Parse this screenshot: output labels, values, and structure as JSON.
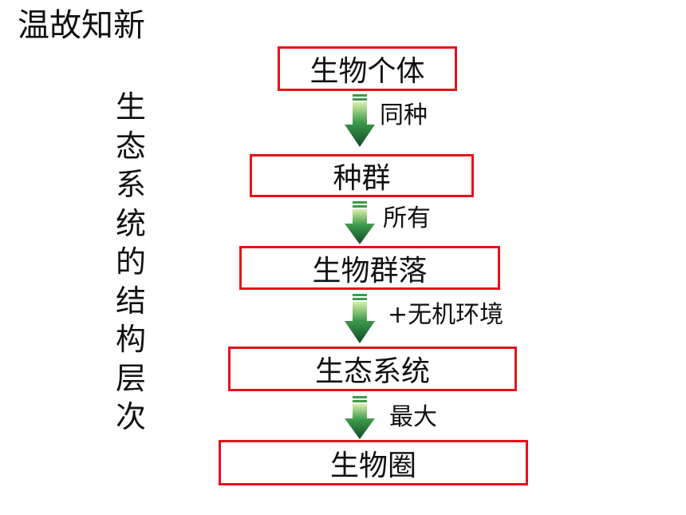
{
  "title": "温故知新",
  "side_label": [
    "生",
    "态",
    "系",
    "统",
    "的",
    "结",
    "构",
    "层",
    "次"
  ],
  "levels": [
    {
      "label": "生物个体"
    },
    {
      "label": "种群"
    },
    {
      "label": "生物群落"
    },
    {
      "label": "生态系统"
    },
    {
      "label": "生物圈"
    }
  ],
  "transitions": [
    {
      "label": "同种"
    },
    {
      "label": "所有"
    },
    {
      "label": "+无机环境"
    },
    {
      "label": "最大"
    }
  ],
  "colors": {
    "box_border": "#e8101a",
    "arrow_top": "#d8f0a8",
    "arrow_mid": "#3d9a4a",
    "arrow_bottom": "#0f4a28"
  }
}
